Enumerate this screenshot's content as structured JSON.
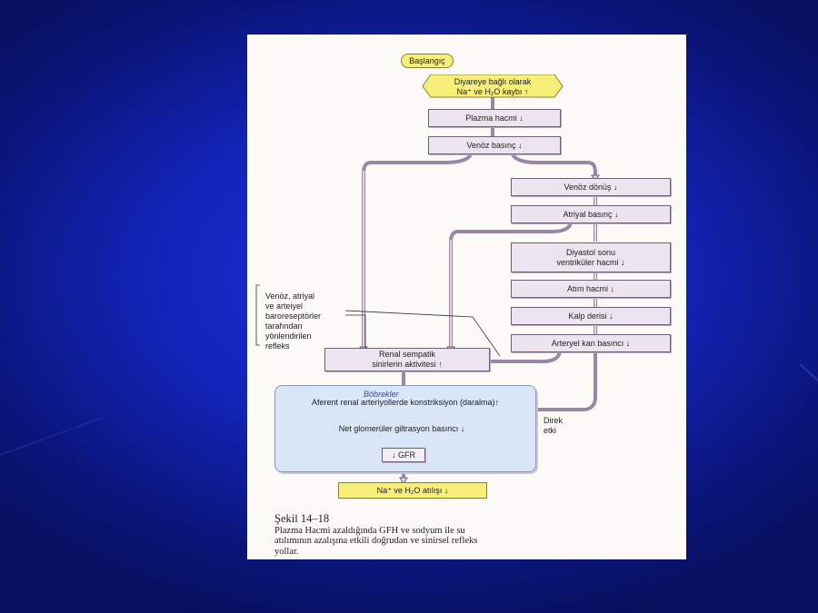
{
  "diagram": {
    "start": "Başlangıç",
    "trigger": [
      "Diyareye bağlı olarak",
      "Na⁺ ve H₂O kaybı ↑"
    ],
    "plasma_volume": "Plazma hacmi ↓",
    "venous_pressure": "Venöz basınç ↓",
    "venous_return": "Venöz dönüş ↓",
    "atrial_pressure": "Atriyal basınç ↓",
    "edv": [
      "Diyastol sonu",
      "ventriküler hacmi ↓"
    ],
    "stroke_volume": "Atım hacmi ↓",
    "cardiac_output": "Kalp derisi ↓",
    "arterial_pressure": "Arteryel kan basıncı ↓",
    "reflex_note": [
      "Venöz, atriyal",
      "ve arteiyel",
      "baroreseptörler",
      "tarafından",
      "yönlendirilen",
      "refleks"
    ],
    "renal_sympathetic": [
      "Renal sempatik",
      "sinirlerin aktivitesi ↑"
    ],
    "kidneys_title": "Böbrekler",
    "afferent": "Aferent renal arteriyollerde konstriksiyon (daralma)↑",
    "net_gfp": "Net glomerüler giltrasyon basıncı ↓",
    "gfr": "↓ GFR",
    "direct_effect": [
      "Direk",
      "etki"
    ],
    "excretion": "Na⁺ ve H₂O atılışı ↓"
  },
  "caption": {
    "figure": "Şekil 14–18",
    "lines": [
      "Plazma Hacmi azaldığında GFH ve sodyum ile su",
      "atılımının azalışına etkili  doğrudan ve sinirsel refleks",
      "yollar."
    ]
  },
  "colors": {
    "background": "#1124b8",
    "box_fill": "#ece4ee",
    "highlight_fill": "#f7ef7a",
    "kidney_fill": "#d9e6f7",
    "arrow_fill": "#e6d4ea"
  }
}
